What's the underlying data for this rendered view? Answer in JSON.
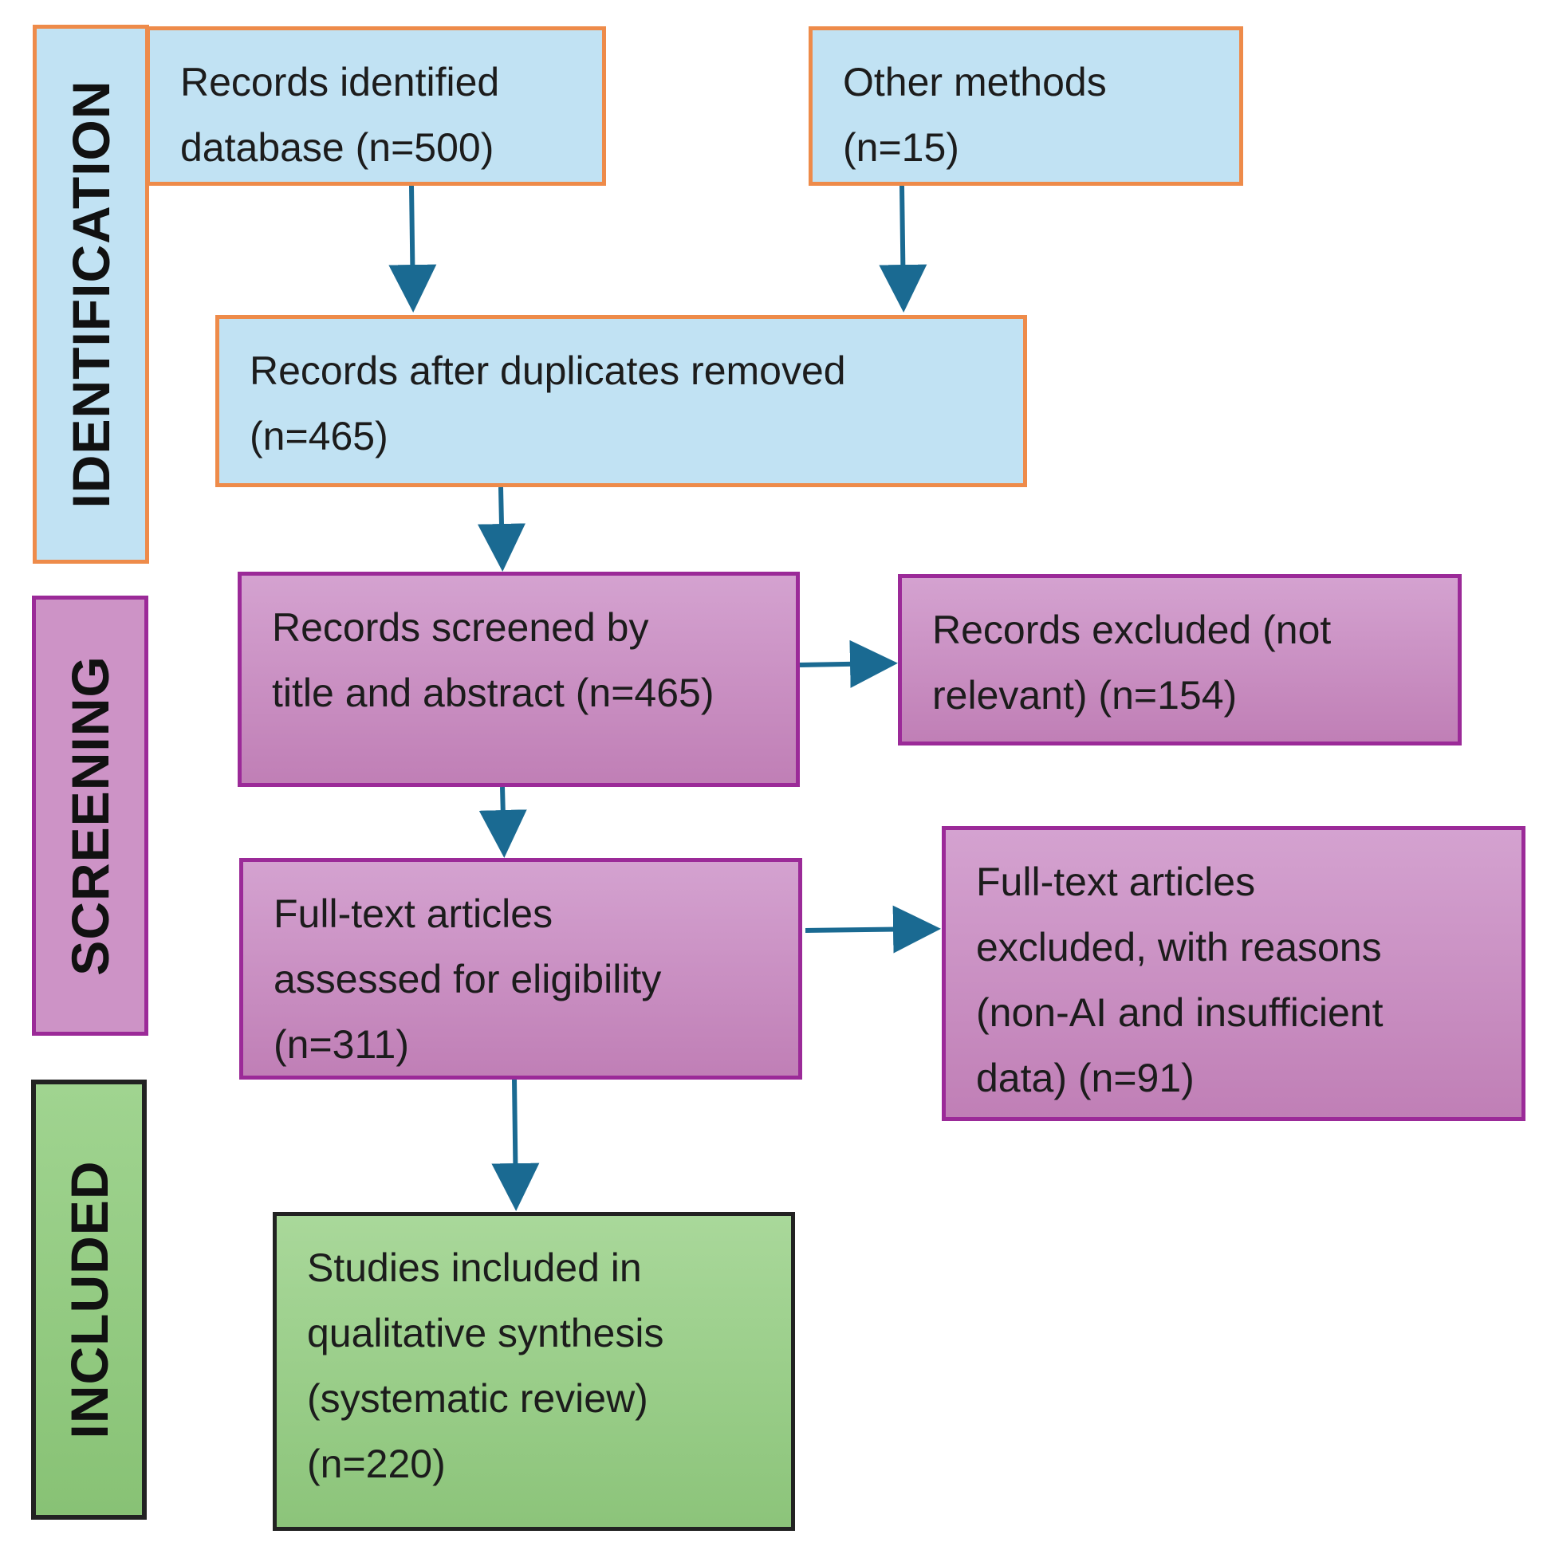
{
  "phases": {
    "identification": "IDENTIFICATION",
    "screening": "SCREENING",
    "included": "INCLUDED"
  },
  "boxes": {
    "records_identified_database": "Records identified\ndatabase (n=500)",
    "other_methods": "Other methods\n(n=15)",
    "after_duplicates": "Records after duplicates removed\n(n=465)",
    "screened": "Records screened by\ntitle and abstract (n=465)",
    "excluded_not_relevant": "Records excluded (not\nrelevant) (n=154)",
    "full_text_assessed": "Full-text articles\nassessed for eligibility\n(n=311)",
    "full_text_excluded": "Full-text articles\nexcluded, with reasons\n(non-AI and insufficient\ndata) (n=91)",
    "studies_included": "Studies included in\nqualitative synthesis\n(systematic review)\n(n=220)"
  },
  "colors": {
    "identification_fill": "#c1e2f3",
    "identification_border": "#ee8b4a",
    "screening_fill": "#cd93c6",
    "screening_border": "#9b2a98",
    "included_fill": "#95cb83",
    "included_border": "#222222",
    "arrow": "#1a6a92"
  }
}
